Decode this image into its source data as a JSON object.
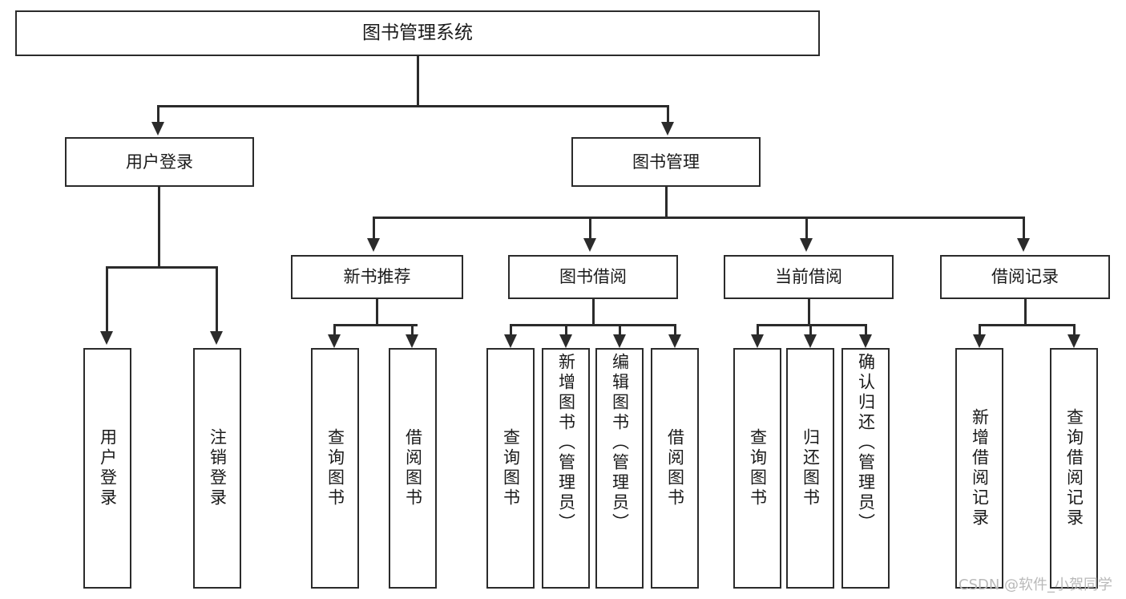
{
  "diagram": {
    "title": "图书管理系统",
    "type": "功能结构图",
    "root": {
      "id": "root",
      "label": "图书管理系统"
    },
    "level1": [
      {
        "id": "user-login",
        "label": "用户登录"
      },
      {
        "id": "book-manage",
        "label": "图书管理"
      }
    ],
    "level2": [
      {
        "id": "new-book-recommend",
        "label": "新书推荐"
      },
      {
        "id": "book-borrow",
        "label": "图书借阅"
      },
      {
        "id": "current-borrow",
        "label": "当前借阅"
      },
      {
        "id": "borrow-record",
        "label": "借阅记录"
      }
    ],
    "leaves": {
      "user_login": [
        {
          "id": "leaf-user-login",
          "label": "用户登录"
        },
        {
          "id": "leaf-logout",
          "label": "注销登录"
        }
      ],
      "new_book_recommend": [
        {
          "id": "leaf-query-book-1",
          "label": "查询图书"
        },
        {
          "id": "leaf-borrow-book-1",
          "label": "借阅图书"
        }
      ],
      "book_borrow": [
        {
          "id": "leaf-query-book-2",
          "label": "查询图书"
        },
        {
          "id": "leaf-add-book",
          "label": "新增图书（管理员）"
        },
        {
          "id": "leaf-edit-book",
          "label": "编辑图书（管理员）"
        },
        {
          "id": "leaf-borrow-book-2",
          "label": "借阅图书"
        }
      ],
      "current_borrow": [
        {
          "id": "leaf-query-book-3",
          "label": "查询图书"
        },
        {
          "id": "leaf-return-book",
          "label": "归还图书"
        },
        {
          "id": "leaf-confirm-return",
          "label": "确认归还（管理员）"
        }
      ],
      "borrow_record": [
        {
          "id": "leaf-add-record",
          "label": "新增借阅记录"
        },
        {
          "id": "leaf-query-record",
          "label": "查询借阅记录"
        }
      ]
    }
  },
  "watermark": {
    "text": "CSDN @软件_小贺同学"
  },
  "colors": {
    "stroke": "#2b2b2b",
    "fill": "#ffffff",
    "text": "#1a1a1a",
    "watermark": "#b9b9b9"
  }
}
